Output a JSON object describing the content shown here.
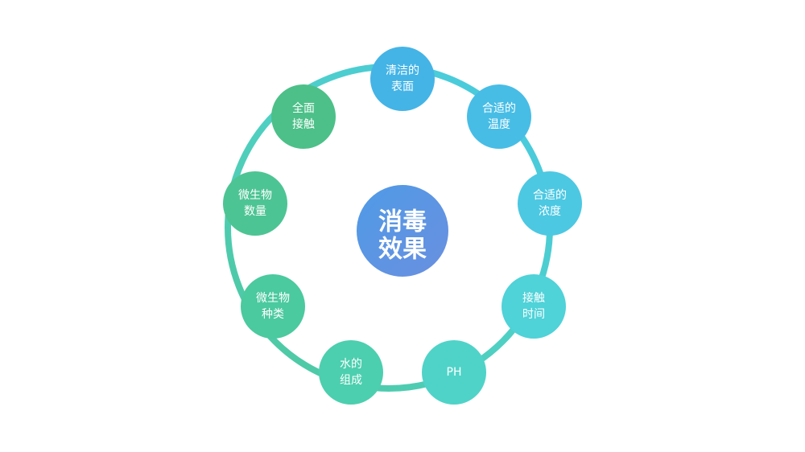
{
  "center": {
    "lines": [
      "消毒",
      "效果"
    ],
    "color_from": "#4f9be6",
    "color_to": "#6a8fe0"
  },
  "ring": {
    "gradient": [
      "#47c9e6",
      "#4fd0c4",
      "#4ec79a"
    ]
  },
  "nodes": [
    {
      "id": "clean-surface",
      "lines": [
        "清洁的",
        "表面"
      ],
      "color": "#44b4e6"
    },
    {
      "id": "suitable-temp",
      "lines": [
        "合适的",
        "温度"
      ],
      "color": "#47bde6"
    },
    {
      "id": "suitable-conc",
      "lines": [
        "合适的",
        "浓度"
      ],
      "color": "#4cc8e2"
    },
    {
      "id": "contact-time",
      "lines": [
        "接触",
        "时间"
      ],
      "color": "#4fd2d8"
    },
    {
      "id": "ph",
      "lines": [
        "PH"
      ],
      "color": "#4fd3c8"
    },
    {
      "id": "water-composition",
      "lines": [
        "水的",
        "组成"
      ],
      "color": "#4ccfae"
    },
    {
      "id": "microbe-type",
      "lines": [
        "微生物",
        "种类"
      ],
      "color": "#4bc99f"
    },
    {
      "id": "microbe-count",
      "lines": [
        "微生物",
        "数量"
      ],
      "color": "#4dc493"
    },
    {
      "id": "full-contact",
      "lines": [
        "全面",
        "接触"
      ],
      "color": "#4cc088"
    }
  ]
}
